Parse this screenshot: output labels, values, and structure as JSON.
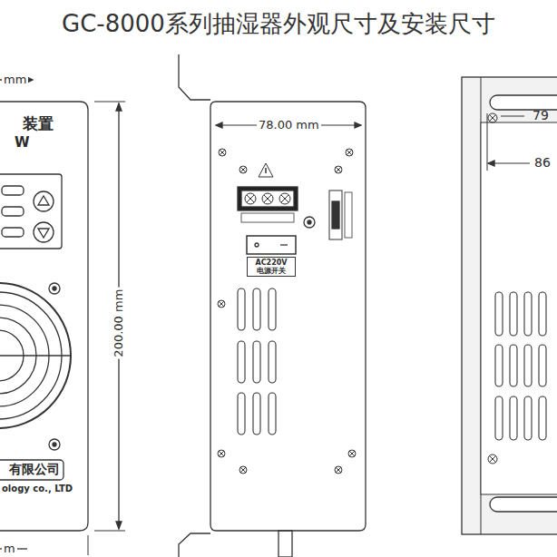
{
  "diagram": {
    "title": "GC-8000系列抽湿器外观尺寸及安装尺寸",
    "nodes": [
      {
        "text": [
          "AC220V",
          "电源开关"
        ]
      }
    ],
    "labels": [
      "mm",
      "装置",
      "W",
      "200.00 mm",
      "有限公司",
      "ology co., LTD",
      "m",
      "78.00 mm",
      "79",
      "86"
    ]
  }
}
